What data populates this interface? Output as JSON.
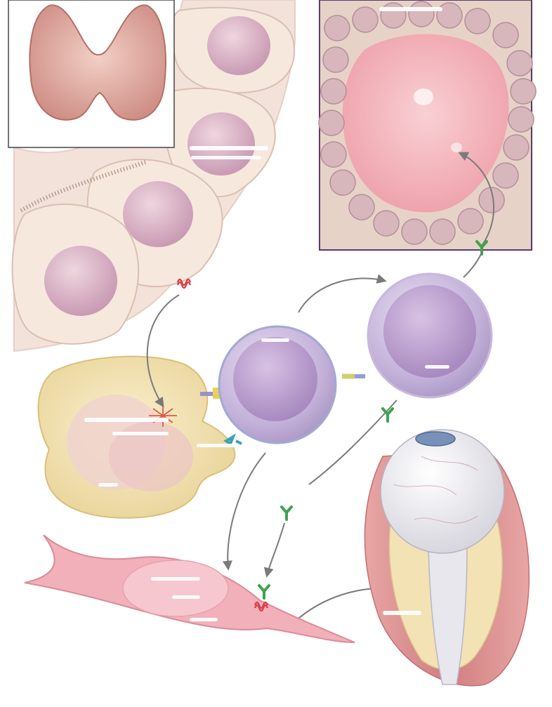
{
  "figure": {
    "panels": [
      "thyroid-gland",
      "thyroid-follicle",
      "thyroid-epithelium",
      "antigen-presenting-cell",
      "t-cell",
      "b-cell",
      "fibroblast",
      "eye-orbit"
    ],
    "labels_present": false
  },
  "colors": {
    "thyroid": "#e8b7ad",
    "follicle_colloid": "#f1b7bd",
    "follicle_border": "#5b3a6a",
    "epithelium": "#f7e6dc",
    "nucleus": "#d9b3c7",
    "apc": "#f5e6b8",
    "lymphocyte": "#c6b8dc",
    "fibroblast": "#f0a7b3",
    "eye_muscle": "#d98e8e",
    "sclera": "#f4f4f6",
    "antibody": "#3fa34d",
    "receptor": "#d9424a",
    "arrow": "#7a7a7a"
  },
  "icons": [
    "tsh-receptor-icon",
    "antibody-icon",
    "mhc-complex-icon"
  ]
}
